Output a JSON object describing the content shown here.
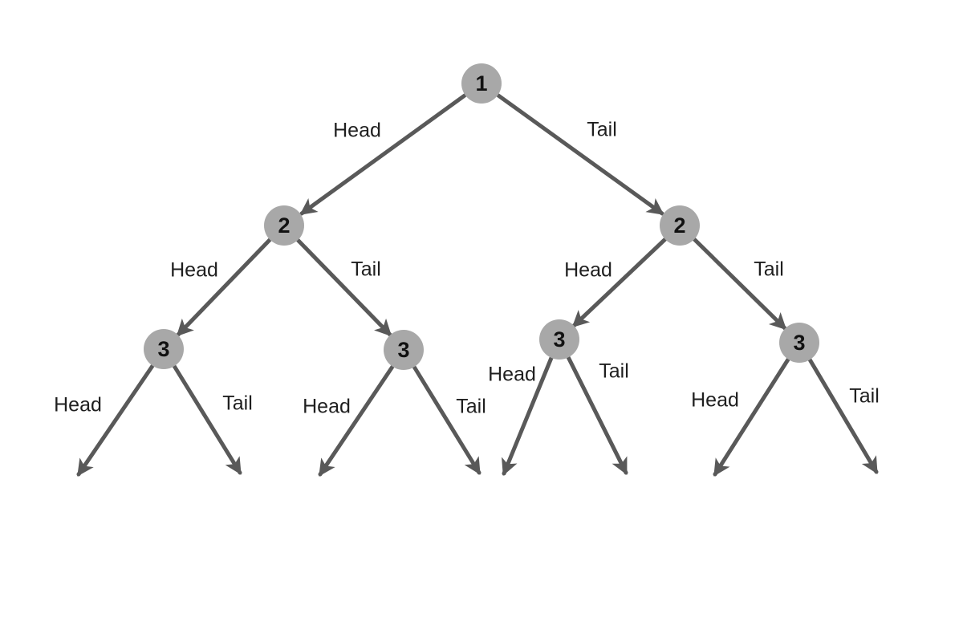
{
  "diagram": {
    "type": "tree",
    "description": "Coin flip decision tree with three sequential flips",
    "colors": {
      "background": "#ffffff",
      "node_fill": "#a8a8a8",
      "edge_stroke": "#595959",
      "node_text": "#111111",
      "label_text": "#1f1f1f"
    },
    "nodes": [
      {
        "id": "flip-1",
        "label": "1"
      },
      {
        "id": "flip-2-left",
        "label": "2"
      },
      {
        "id": "flip-2-right",
        "label": "2"
      },
      {
        "id": "flip-3-a",
        "label": "3"
      },
      {
        "id": "flip-3-b",
        "label": "3"
      },
      {
        "id": "flip-3-c",
        "label": "3"
      },
      {
        "id": "flip-3-d",
        "label": "3"
      }
    ],
    "edges": [
      {
        "from": "flip-1",
        "to": "flip-2-left",
        "label": "Head"
      },
      {
        "from": "flip-1",
        "to": "flip-2-right",
        "label": "Tail"
      },
      {
        "from": "flip-2-left",
        "to": "flip-3-a",
        "label": "Head"
      },
      {
        "from": "flip-2-left",
        "to": "flip-3-b",
        "label": "Tail"
      },
      {
        "from": "flip-2-right",
        "to": "flip-3-c",
        "label": "Head"
      },
      {
        "from": "flip-2-right",
        "to": "flip-3-d",
        "label": "Tail"
      },
      {
        "from": "flip-3-a",
        "to": "outcome",
        "label": "Head"
      },
      {
        "from": "flip-3-a",
        "to": "outcome",
        "label": "Tail"
      },
      {
        "from": "flip-3-b",
        "to": "outcome",
        "label": "Head"
      },
      {
        "from": "flip-3-b",
        "to": "outcome",
        "label": "Tail"
      },
      {
        "from": "flip-3-c",
        "to": "outcome",
        "label": "Head"
      },
      {
        "from": "flip-3-c",
        "to": "outcome",
        "label": "Tail"
      },
      {
        "from": "flip-3-d",
        "to": "outcome",
        "label": "Head"
      },
      {
        "from": "flip-3-d",
        "to": "outcome",
        "label": "Tail"
      }
    ]
  }
}
